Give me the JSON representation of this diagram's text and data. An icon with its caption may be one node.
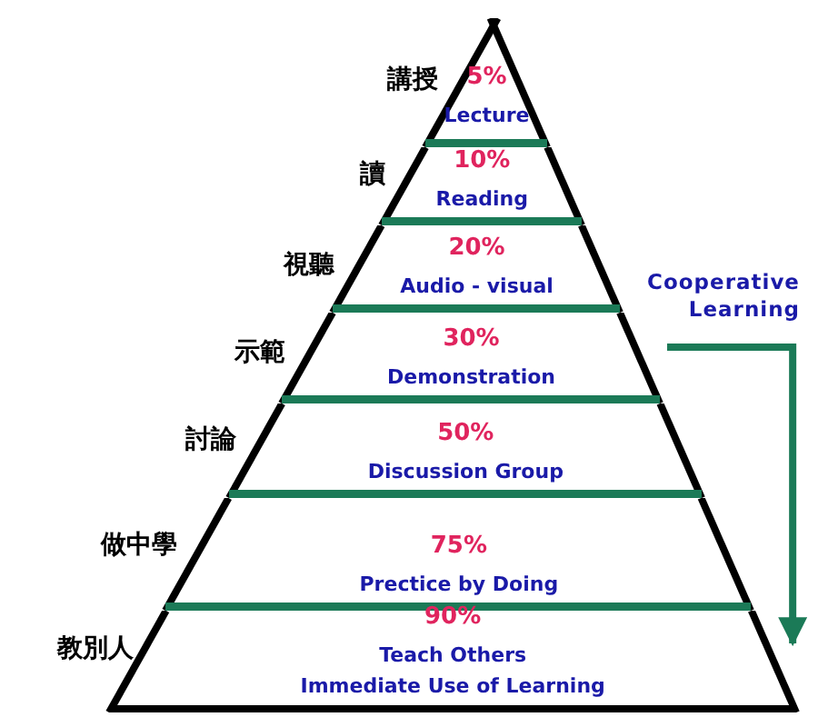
{
  "diagram": {
    "nodes": [
      {
        "text": [
          "5%",
          "Lecture"
        ],
        "beside": [
          "講授"
        ]
      },
      {
        "text": [
          "10%",
          "Reading"
        ],
        "beside": [
          "讀"
        ]
      },
      {
        "text": [
          "20%",
          "Audio - visual"
        ],
        "beside": [
          "視聽"
        ]
      },
      {
        "text": [
          "30%",
          "Demonstration"
        ],
        "beside": [
          "示範"
        ]
      },
      {
        "text": [
          "50%",
          "Discussion Group"
        ],
        "beside": [
          "討論"
        ]
      },
      {
        "text": [
          "75%",
          "Prectice by Doing"
        ],
        "beside": [
          "做中學"
        ]
      },
      {
        "text": [
          "90%",
          "Teach Others",
          "Immediate Use of Learning"
        ],
        "beside": [
          "教別人"
        ]
      },
      {
        "text": [
          "Cooperative Learning"
        ]
      }
    ],
    "edges": [
      {
        "from": 7,
        "to": 6,
        "arrow": "to"
      }
    ]
  }
}
